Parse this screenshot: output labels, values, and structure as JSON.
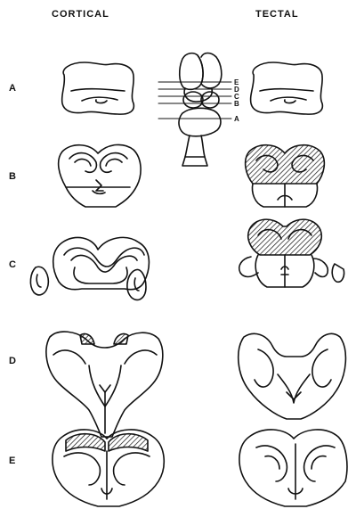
{
  "headers": {
    "left": "CORTICAL",
    "right": "TECTAL"
  },
  "row_labels": [
    "A",
    "B",
    "C",
    "D",
    "E"
  ],
  "key_brain": {
    "level_labels": [
      "E",
      "D",
      "C",
      "B",
      "A"
    ]
  },
  "colors": {
    "ink": "#111111",
    "hatch": "#111111",
    "background": "#ffffff"
  }
}
